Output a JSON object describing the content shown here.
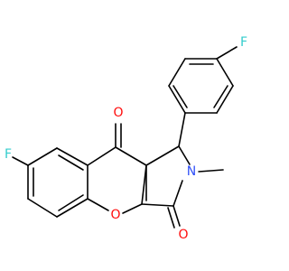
{
  "molecule": {
    "atom_colors": {
      "F": "#33cccc",
      "O": "#ff0d0d",
      "N": "#3050f8"
    },
    "labels": {
      "fluorine_aryl": "F",
      "fluorine_chromene": "F",
      "ketone_oxygen": "O",
      "ring_oxygen": "O",
      "lactam_oxygen": "O",
      "lactam_nitrogen": "N"
    }
  }
}
